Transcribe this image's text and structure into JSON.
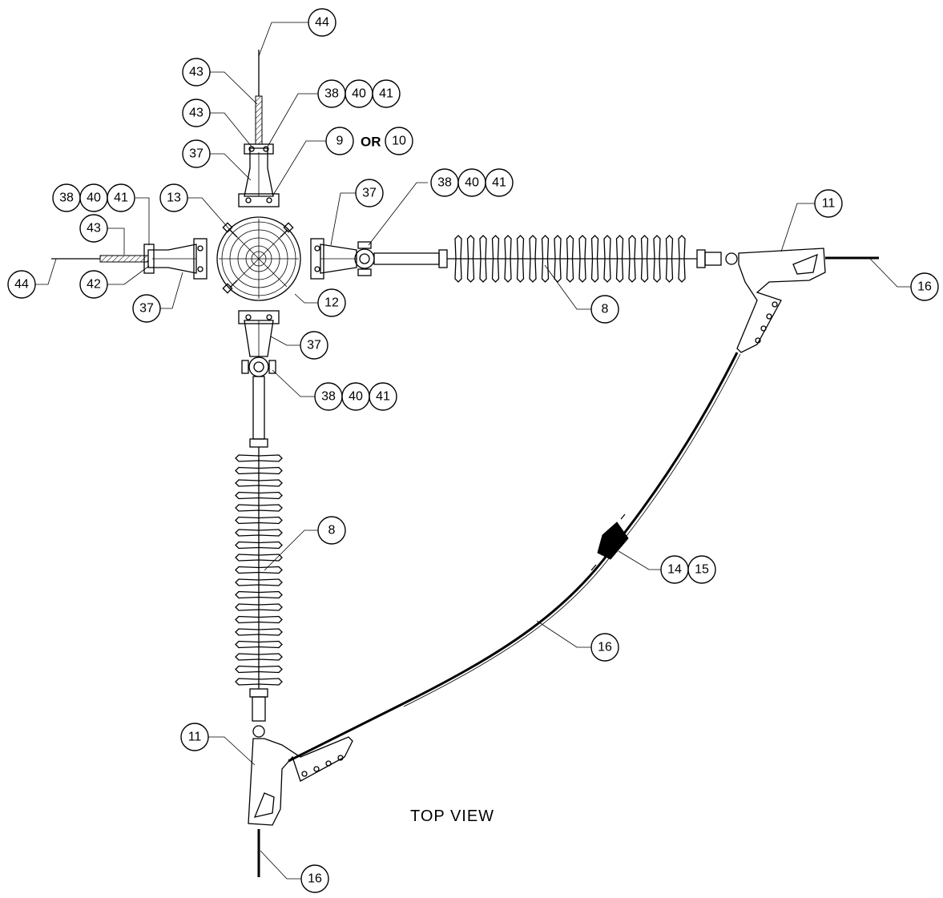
{
  "view_title": "TOP VIEW",
  "or_label": "OR",
  "callouts": {
    "c44_top": "44",
    "c43_a": "43",
    "c43_b": "43",
    "c38_top": "38",
    "c40_top": "40",
    "c41_top": "41",
    "c9": "9",
    "c10": "10",
    "c37_top": "37",
    "c37_right": "37",
    "c38_right": "38",
    "c40_right": "40",
    "c41_right": "41",
    "c13": "13",
    "c38_left": "38",
    "c40_left": "40",
    "c41_left": "41",
    "c43_left": "43",
    "c44_left": "44",
    "c42": "42",
    "c37_left": "37",
    "c12": "12",
    "c37_bottom": "37",
    "c38_bottom": "38",
    "c40_bottom": "40",
    "c41_bottom": "41",
    "c11_right": "11",
    "c16_right": "16",
    "c8_right": "8",
    "c8_bottom": "8",
    "c14": "14",
    "c15": "15",
    "c16_mid": "16",
    "c11_bottom": "11",
    "c16_bottom": "16"
  }
}
